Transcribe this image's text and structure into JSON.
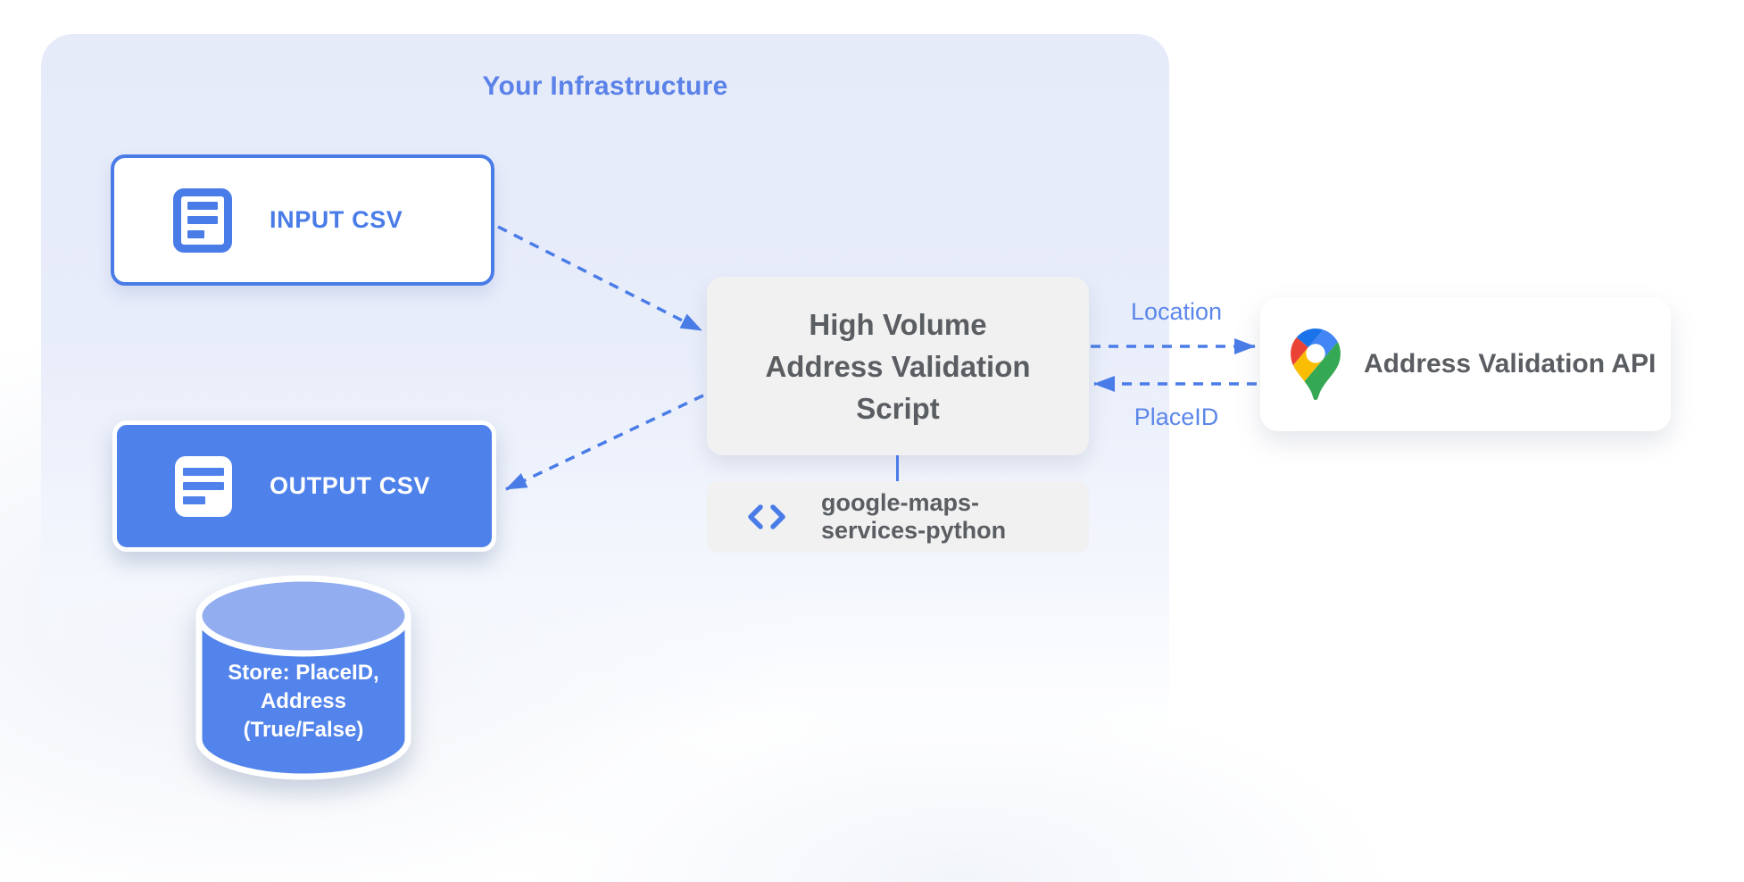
{
  "panel": {
    "title": "Your Infrastructure"
  },
  "nodes": {
    "input_csv": {
      "label": "INPUT CSV",
      "icon": "document-icon"
    },
    "output_csv": {
      "label": "OUTPUT CSV",
      "icon": "document-icon"
    },
    "datastore": {
      "line1": "Store: PlaceID,",
      "line2": "Address",
      "line3": "(True/False)",
      "icon": "database-cylinder"
    },
    "script": {
      "line1": "High Volume",
      "line2": "Address Validation",
      "line3": "Script"
    },
    "library": {
      "line1": "google-maps-",
      "line2": "services-python",
      "icon": "code-icon"
    },
    "api": {
      "label": "Address Validation API",
      "icon": "google-maps-pin-icon"
    }
  },
  "edges": {
    "request_label": "Location",
    "response_label": "PlaceID"
  },
  "colors": {
    "accent_blue": "#4a7ce8",
    "label_blue": "#5c87ea",
    "title_blue": "#5b82e8",
    "output_fill": "#4e82ea",
    "cylinder_body": "#5284eb",
    "cylinder_top": "#93adf1",
    "box_gray": "#f1f1f2",
    "text_gray": "#5a5d61",
    "panel_fill": "#e6ebf9",
    "pin_dark_blue": "#1a73e8",
    "pin_blue": "#4285f4",
    "pin_red": "#ea4335",
    "pin_yellow": "#fbbc04",
    "pin_green": "#34a853"
  }
}
